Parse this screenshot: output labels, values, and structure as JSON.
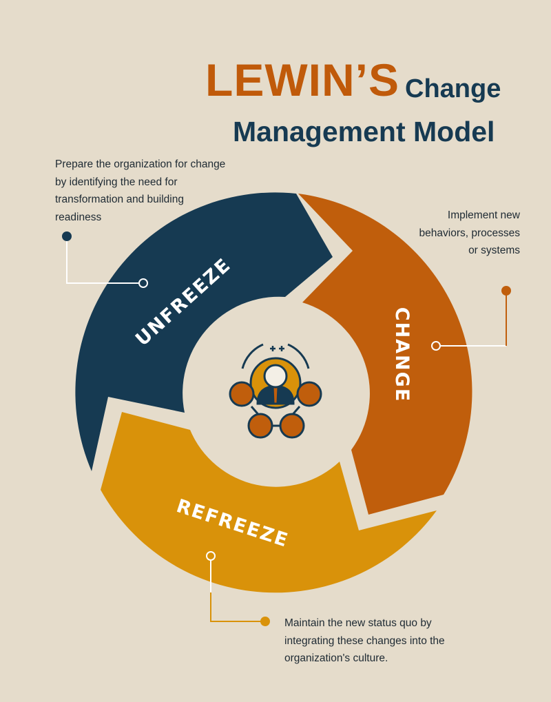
{
  "title": {
    "main": "LEWIN’S",
    "line1": "Change",
    "line2": "Management Model"
  },
  "stages": [
    {
      "label": "UNFREEZE",
      "description": "Prepare the organization for change by identifying the need for transformation and building readiness",
      "color": "#163a52"
    },
    {
      "label": "CHANGE",
      "description": "Implement new behaviors, processes or systems",
      "color": "#c05e0c"
    },
    {
      "label": "REFREEZE",
      "description": "Maintain the new status quo by integrating these changes into the organization's culture.",
      "color": "#d9920a"
    }
  ],
  "center_icon": "team-leader-icon"
}
